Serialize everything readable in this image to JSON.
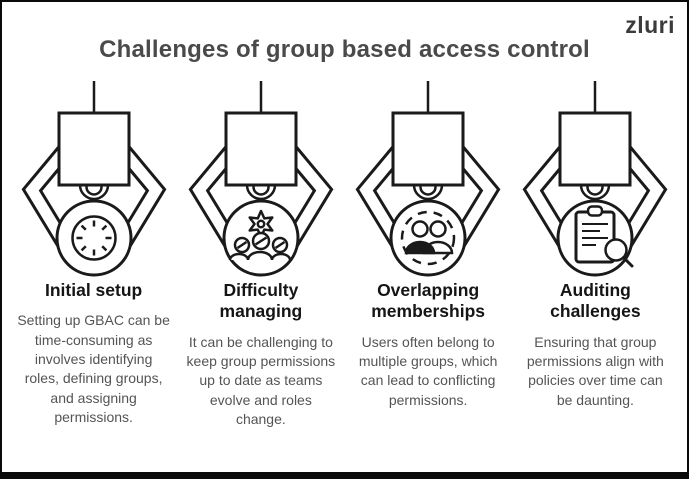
{
  "header": {
    "title": "Challenges of group based access control",
    "logo_text": "zluri"
  },
  "columns": [
    {
      "icon": "clock-icon",
      "heading": "Initial setup",
      "description": "Setting up GBAC can be time-consuming as involves identifying roles, defining groups, and assigning permissions."
    },
    {
      "icon": "gear-team-icon",
      "heading": "Difficulty managing",
      "description": "It can be challenging to keep group permissions up to date as teams evolve and roles change."
    },
    {
      "icon": "group-members-icon",
      "heading": "Overlapping memberships",
      "description": "Users often belong to multiple groups, which can lead to conflicting permissions."
    },
    {
      "icon": "clipboard-audit-icon",
      "heading": "Auditing challenges",
      "description": "Ensuring that group permissions align with policies over time can be daunting."
    }
  ],
  "colors": {
    "line": "#1a1a1a",
    "title_text": "#4a4a4a",
    "heading_text": "#151515",
    "body_text": "#545454",
    "logo_text": "#3b3b3b",
    "background": "#ffffff"
  }
}
